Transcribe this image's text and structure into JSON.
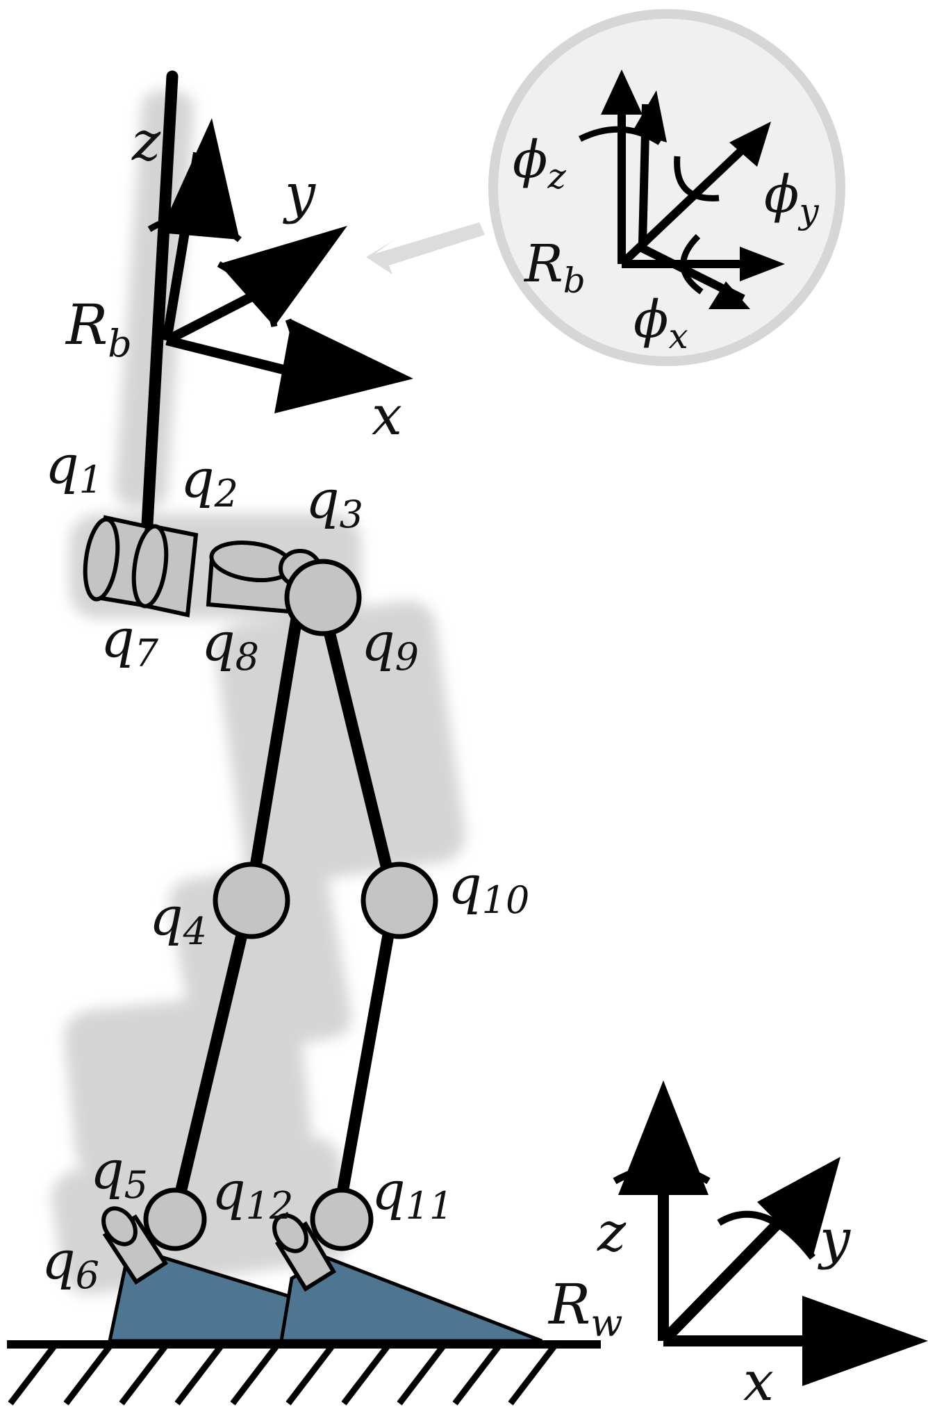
{
  "diagram": {
    "base_frame": {
      "origin": "R",
      "origin_sub": "b",
      "x": "x",
      "y": "y",
      "z": "z"
    },
    "world_frame": {
      "origin": "R",
      "origin_sub": "w",
      "x": "x",
      "y": "y",
      "z": "z"
    },
    "inset": {
      "origin": "R",
      "origin_sub": "b",
      "phi": "ϕ",
      "phi_x_sub": "x",
      "phi_y_sub": "y",
      "phi_z_sub": "z"
    },
    "joints": [
      {
        "id": "q1",
        "name": "q",
        "sub": "1"
      },
      {
        "id": "q2",
        "name": "q",
        "sub": "2"
      },
      {
        "id": "q3",
        "name": "q",
        "sub": "3"
      },
      {
        "id": "q4",
        "name": "q",
        "sub": "4"
      },
      {
        "id": "q5",
        "name": "q",
        "sub": "5"
      },
      {
        "id": "q6",
        "name": "q",
        "sub": "6"
      },
      {
        "id": "q7",
        "name": "q",
        "sub": "7"
      },
      {
        "id": "q8",
        "name": "q",
        "sub": "8"
      },
      {
        "id": "q9",
        "name": "q",
        "sub": "9"
      },
      {
        "id": "q10",
        "name": "q",
        "sub": "10"
      },
      {
        "id": "q11",
        "name": "q",
        "sub": "11"
      },
      {
        "id": "q12",
        "name": "q",
        "sub": "12"
      }
    ],
    "colors": {
      "ink": "#000000",
      "joint_fill": "#c4c4c4",
      "foot_fill": "#4f7691",
      "shadow": "#d2d2d2",
      "inset_fill": "#f0f0f0",
      "inset_ring": "#d6d6d6"
    }
  }
}
